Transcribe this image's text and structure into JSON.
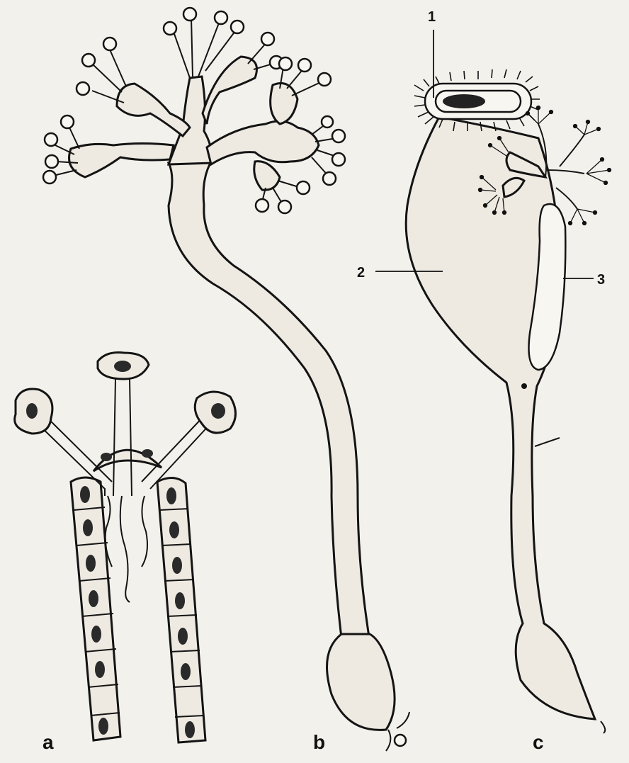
{
  "figure": {
    "panels": [
      {
        "id": "a",
        "label": "a"
      },
      {
        "id": "b",
        "label": "b"
      },
      {
        "id": "c",
        "label": "c"
      }
    ],
    "callouts": [
      {
        "id": "1",
        "label": "1"
      },
      {
        "id": "2",
        "label": "2"
      },
      {
        "id": "3",
        "label": "3"
      }
    ]
  }
}
